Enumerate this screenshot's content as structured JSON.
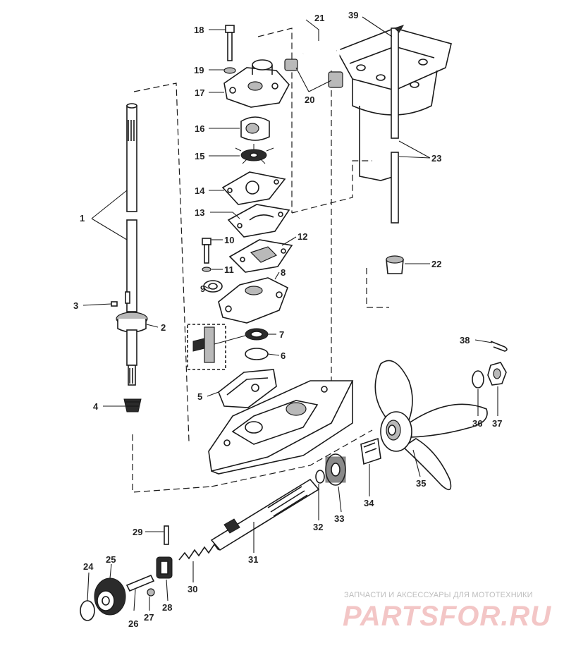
{
  "diagram": {
    "labels": {
      "p1": "1",
      "p2": "2",
      "p3": "3",
      "p4": "4",
      "p5": "5",
      "p6": "6",
      "p7": "7",
      "p8": "8",
      "p9": "9",
      "p10": "10",
      "p11": "11",
      "p12": "12",
      "p13": "13",
      "p14": "14",
      "p15": "15",
      "p16": "16",
      "p17": "17",
      "p18": "18",
      "p19": "19",
      "p20": "20",
      "p21": "21",
      "p22": "22",
      "p23": "23",
      "p24": "24",
      "p25": "25",
      "p26": "26",
      "p27": "27",
      "p28": "28",
      "p29": "29",
      "p30": "30",
      "p31": "31",
      "p32": "32",
      "p33": "33",
      "p34": "34",
      "p35": "35",
      "p36": "36",
      "p37": "37",
      "p38": "38",
      "p39": "39"
    }
  },
  "watermark": {
    "caption": "ЗАПЧАСТИ И АКСЕССУАРЫ ДЛЯ МОТОТЕХНИКИ",
    "logo": "PARTSFOR.RU",
    "logo_color": "#f3c6c6"
  }
}
